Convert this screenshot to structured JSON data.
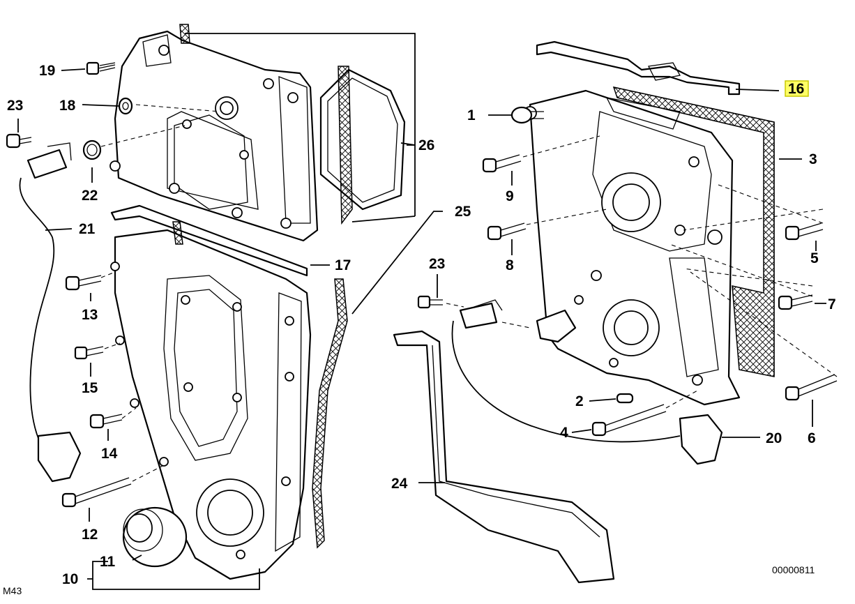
{
  "diagram": {
    "figure_code": "M43",
    "image_number": "00000811",
    "highlighted_part": "16",
    "highlight_color": "#ffff66",
    "callouts": {
      "c1": "1",
      "c2": "2",
      "c3": "3",
      "c4": "4",
      "c5": "5",
      "c6": "6",
      "c7": "7",
      "c8": "8",
      "c9": "9",
      "c10": "10",
      "c11": "11",
      "c12": "12",
      "c13": "13",
      "c14": "14",
      "c15": "15",
      "c16": "16",
      "c17": "17",
      "c18": "18",
      "c19": "19",
      "c20": "20",
      "c21": "21",
      "c22": "22",
      "c23a": "23",
      "c23b": "23",
      "c24": "24",
      "c25": "25",
      "c26": "26"
    }
  }
}
